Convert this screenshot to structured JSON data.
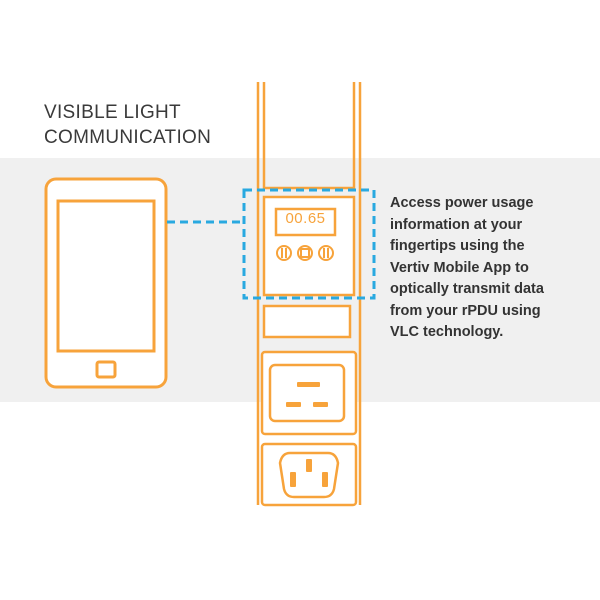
{
  "title": {
    "line1": "VISIBLE LIGHT",
    "line2": "COMMUNICATION"
  },
  "description": [
    "Access power usage",
    "information at your",
    "fingertips using the",
    "Vertiv Mobile App to",
    "optically transmit data",
    "from your rPDU using",
    "VLC technology."
  ],
  "pdu_display": {
    "readout": "00.65"
  },
  "colors": {
    "accent": "#f7a33b",
    "highlight": "#29a9e0",
    "band": "#f0f0f0",
    "text": "#333333"
  }
}
